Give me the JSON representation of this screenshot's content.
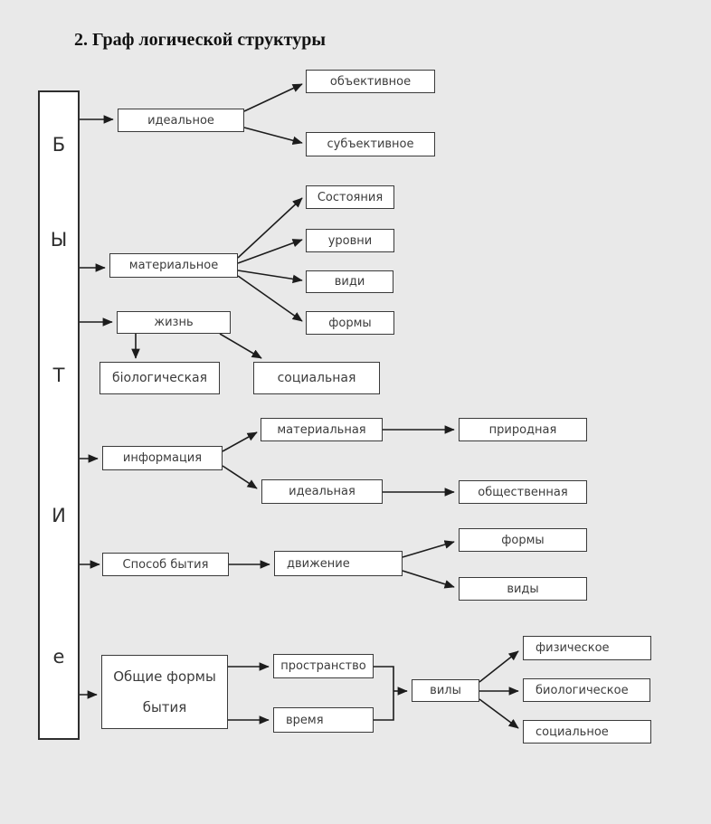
{
  "background": "#e9e9e9",
  "box_fill": "#ffffff",
  "line_color": "#1c1c1c",
  "title": "2. Граф логической структуры",
  "spine": {
    "letters": [
      "Б",
      "Ы",
      "Т",
      "И",
      "е"
    ]
  },
  "nodes": {
    "idealnoe": "идеальное",
    "obektivnoe": "объективное",
    "subektivnoe": "субъективное",
    "materialnoe": "материальное",
    "sostoyaniya": "Состояния",
    "urovni": "уровни",
    "vidi": "види",
    "formy1": "формы",
    "zhizn": "жизнь",
    "biologicheskaya": "біологическая",
    "sotsialnaya": "социальная",
    "informatsiya": "информация",
    "materialnaya": "материальная",
    "idealnaya": "идеальная",
    "prirodnaya": "природная",
    "obshchestvennaya": "общественная",
    "sposob_bytiya": "Способ бытия",
    "dvizhenie": "движение",
    "formy2": "формы",
    "vidy": "виды",
    "obshchie_formy_line1": "Общие формы",
    "obshchie_formy_line2": "бытия",
    "prostranstvo": "пространство",
    "vremya": "время",
    "vily": "вилы",
    "fizicheskoe": "физическое",
    "biologicheskoe": "биологическое",
    "sotsialnoe": "социальное"
  }
}
